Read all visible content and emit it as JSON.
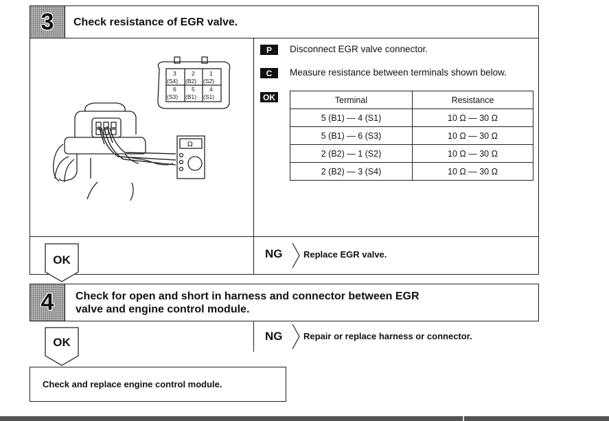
{
  "step3": {
    "number": "3",
    "title": "Check resistance of EGR valve.",
    "instructions": [
      {
        "tag": "P",
        "text": "Disconnect EGR valve connector."
      },
      {
        "tag": "C",
        "text": "Measure resistance between terminals shown below."
      },
      {
        "tag": "OK"
      }
    ],
    "connector_pins": {
      "top_row": [
        "3",
        "2",
        "1"
      ],
      "top_row_codes": [
        "(S4)",
        "(B2)",
        "(S2)"
      ],
      "bottom_row": [
        "6",
        "5",
        "4"
      ],
      "bottom_row_codes": [
        "(S3)",
        "(B1)",
        "(S1)"
      ]
    },
    "meter_symbol": "Ω",
    "table": {
      "headers": [
        "Terminal",
        "Resistance"
      ],
      "rows": [
        [
          "5 (B1) — 4 (S1)",
          "10 Ω — 30 Ω"
        ],
        [
          "5 (B1) — 6 (S3)",
          "10 Ω — 30 Ω"
        ],
        [
          "2 (B2) — 1 (S2)",
          "10 Ω — 30 Ω"
        ],
        [
          "2 (B2) — 3 (S4)",
          "10 Ω — 30 Ω"
        ]
      ]
    },
    "ok_label": "OK",
    "ng_label": "NG",
    "ng_text": "Replace EGR valve."
  },
  "step4": {
    "number": "4",
    "title_line1": "Check for open and short in harness and connector between EGR",
    "title_line2": "valve and engine control module.",
    "ok_label": "OK",
    "ng_label": "NG",
    "ng_text": "Repair or replace harness or connector."
  },
  "final": {
    "text": "Check and replace engine control module."
  }
}
